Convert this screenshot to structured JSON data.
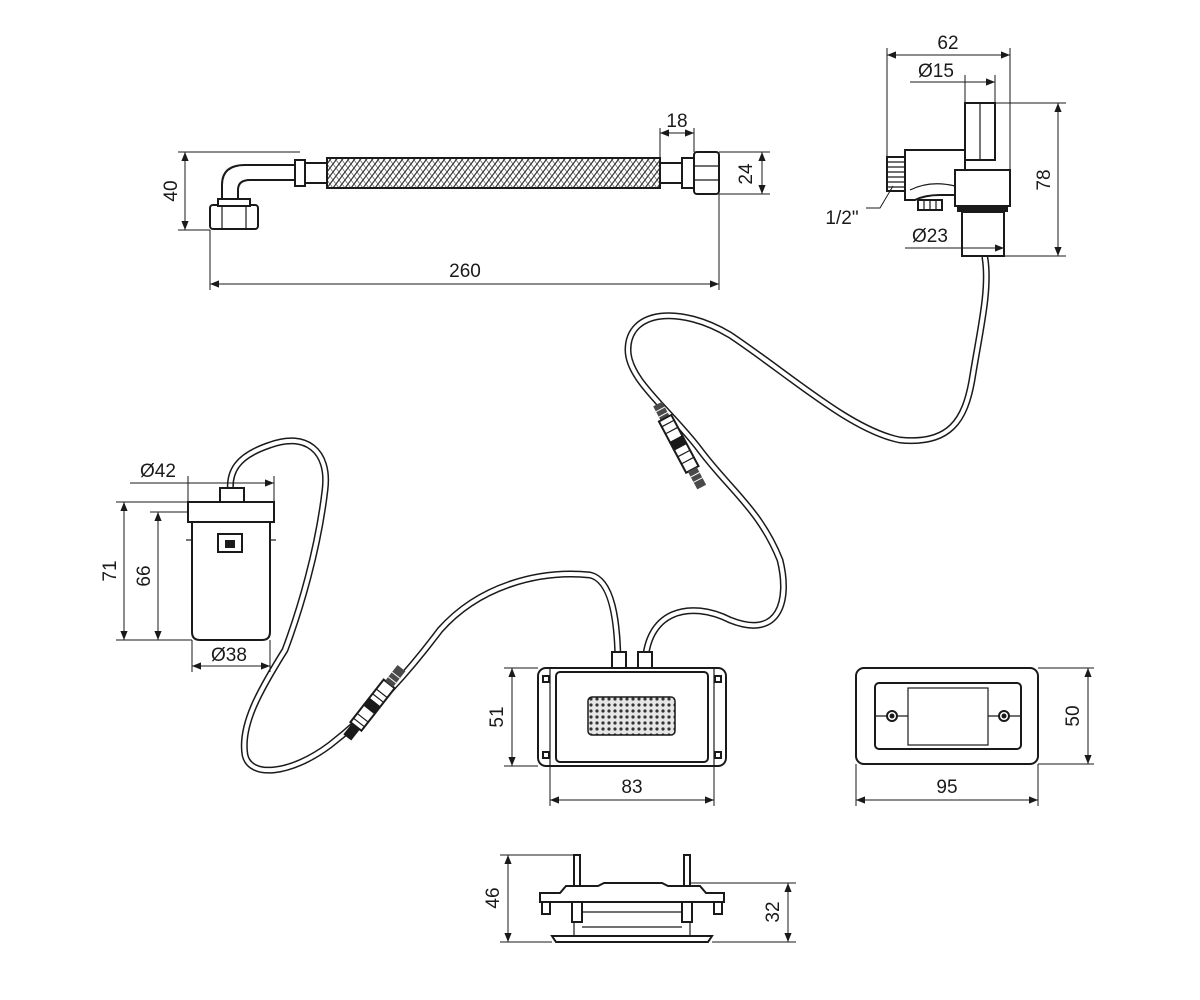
{
  "dimensions": {
    "hose_height": "40",
    "hose_nut_length": "18",
    "hose_nut_diameter": "24",
    "hose_length": "260",
    "valve_width": "62",
    "valve_pin_diameter": "Ø15",
    "valve_height": "78",
    "valve_thread": "1/2\"",
    "valve_body_diameter": "Ø23",
    "battery_top_diameter": "Ø42",
    "battery_total_height": "71",
    "battery_body_height": "66",
    "battery_bottom_diameter": "Ø38",
    "sensor_height": "51",
    "sensor_width": "83",
    "plate_height": "50",
    "plate_width": "95",
    "side_total_height": "46",
    "side_body_height": "32"
  }
}
